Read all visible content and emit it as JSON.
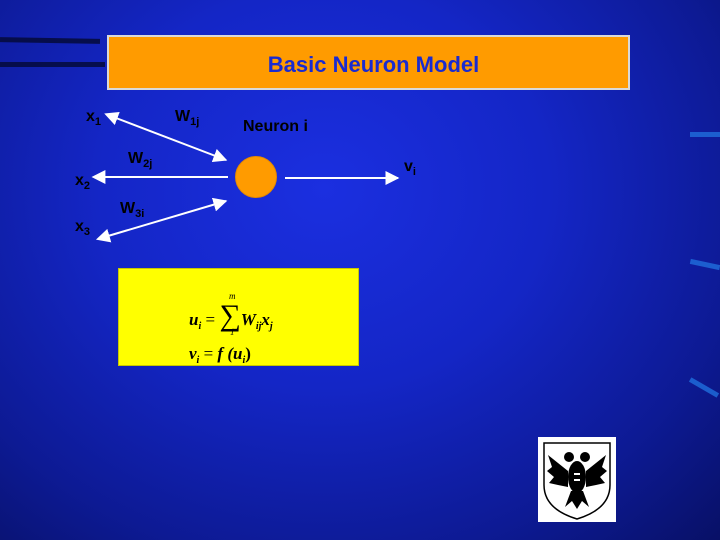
{
  "title": "Basic Neuron Model",
  "inputs": [
    {
      "name": "x",
      "sub": "1"
    },
    {
      "name": "x",
      "sub": "2"
    },
    {
      "name": "x",
      "sub": "3"
    }
  ],
  "weights": [
    {
      "name": "W",
      "sub": "1j"
    },
    {
      "name": "W",
      "sub": "2j"
    },
    {
      "name": "W",
      "sub": "3i"
    }
  ],
  "neuron_label": "Neuron i",
  "output": {
    "name": "v",
    "sub": "i"
  },
  "formula": {
    "u_lhs": "u",
    "u_lhs_sub": "i",
    "sum_top": "m",
    "sum_bottom": "1",
    "term_w": "W",
    "term_w_sub": "ij",
    "term_x": "x",
    "term_x_sub": "j",
    "v_lhs": "v",
    "v_lhs_sub": "i",
    "v_rhs": "f (u",
    "v_rhs_sub": "i",
    "v_rhs_close": ")",
    "equals": "="
  },
  "colors": {
    "background": "#1426c6",
    "title_box": "#ff9b00",
    "title_text": "#1a2bd0",
    "neuron": "#ff9b00",
    "formula_box": "#ffff00"
  }
}
